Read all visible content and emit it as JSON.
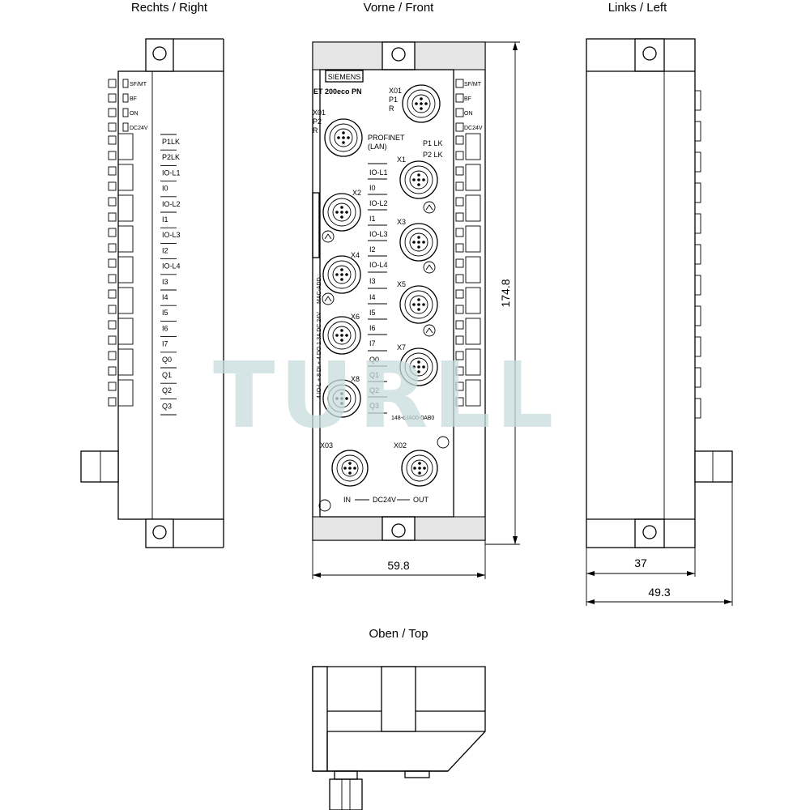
{
  "views": {
    "right": "Rechts / Right",
    "front": "Vorne / Front",
    "left": "Links / Left",
    "top": "Oben / Top"
  },
  "dimensions": {
    "width": "59.8",
    "height": "174.8",
    "depth": "37",
    "depth_total": "49.3"
  },
  "front": {
    "brand": "SIEMENS",
    "model": "ET 200eco PN",
    "ports": {
      "x01_p1": [
        "X01",
        "P1",
        "R"
      ],
      "x01_p2": [
        "X01",
        "P2",
        "R"
      ],
      "x1": "X1",
      "x2": "X2",
      "x3": "X3",
      "x4": "X4",
      "x5": "X5",
      "x6": "X6",
      "x7": "X7",
      "x8": "X8",
      "x03": "X03",
      "x02": "X02"
    },
    "profinet": [
      "PROFINET",
      "(LAN)"
    ],
    "mac": "MAC-ADD.:",
    "io_desc": "4 IO-L + 8 DI + 4 DO 1.3A DC 24V",
    "order_no": "148-6JA00-0AB0",
    "power": [
      "IN",
      "DC24V",
      "OUT"
    ],
    "link_labels": [
      "P1 LK",
      "P2 LK"
    ]
  },
  "status_leds": [
    "SF/MT",
    "BF",
    "ON",
    "DC24V"
  ],
  "io_labels": [
    "IO-L1",
    "I0",
    "IO-L2",
    "I1",
    "IO-L3",
    "I2",
    "IO-L4",
    "I3",
    "I4",
    "I5",
    "I6",
    "I7",
    "Q0",
    "Q1",
    "Q2",
    "Q3"
  ],
  "side_labels": [
    "P1LK",
    "P2LK",
    "IO-L1",
    "I0",
    "IO-L2",
    "I1",
    "IO-L3",
    "I2",
    "IO-L4",
    "I3",
    "I4",
    "I5",
    "I6",
    "I7",
    "Q0",
    "Q1",
    "Q2",
    "Q3"
  ],
  "watermark": "TURLL"
}
